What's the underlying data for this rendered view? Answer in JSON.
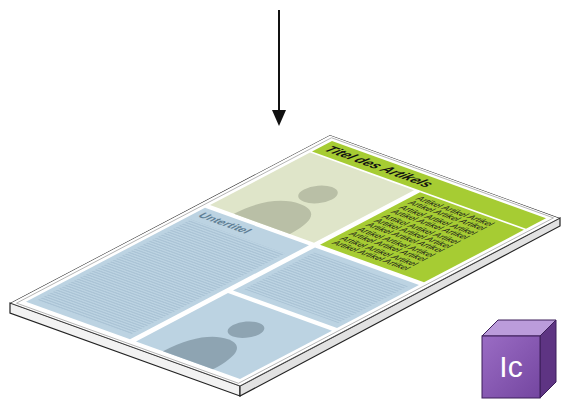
{
  "diagram": {
    "nodes": [
      {
        "text": [
          "Titel des Artikels"
        ]
      },
      {
        "text": [
          "Artikel Artikel Artikel Artikel Artikel Artikel Artikel Artikel Artikel Artikel Artikel Artikel Artikel Artikel Artikel Artikel Artikel Artikel Artikel Artikel Artikel Artikel Artikel Artikel Artikel Artikel Artikel Artikel Artikel Artikel Artikel Artikel Artikel"
        ]
      },
      {
        "text": [
          "Untertitel"
        ]
      },
      {
        "text": [
          "Ic"
        ]
      }
    ]
  }
}
